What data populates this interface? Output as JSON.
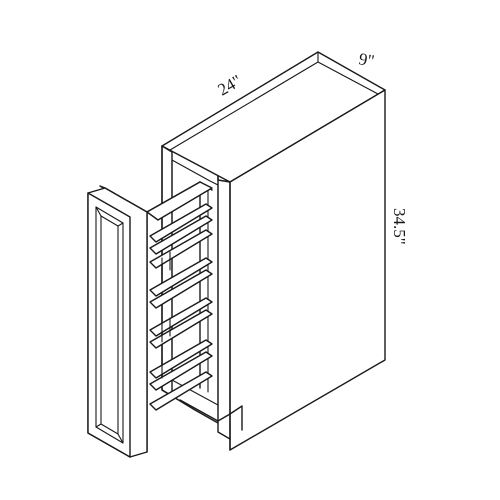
{
  "dimensions": {
    "depth": "24\"",
    "width": "9\"",
    "height": "34.5\""
  }
}
